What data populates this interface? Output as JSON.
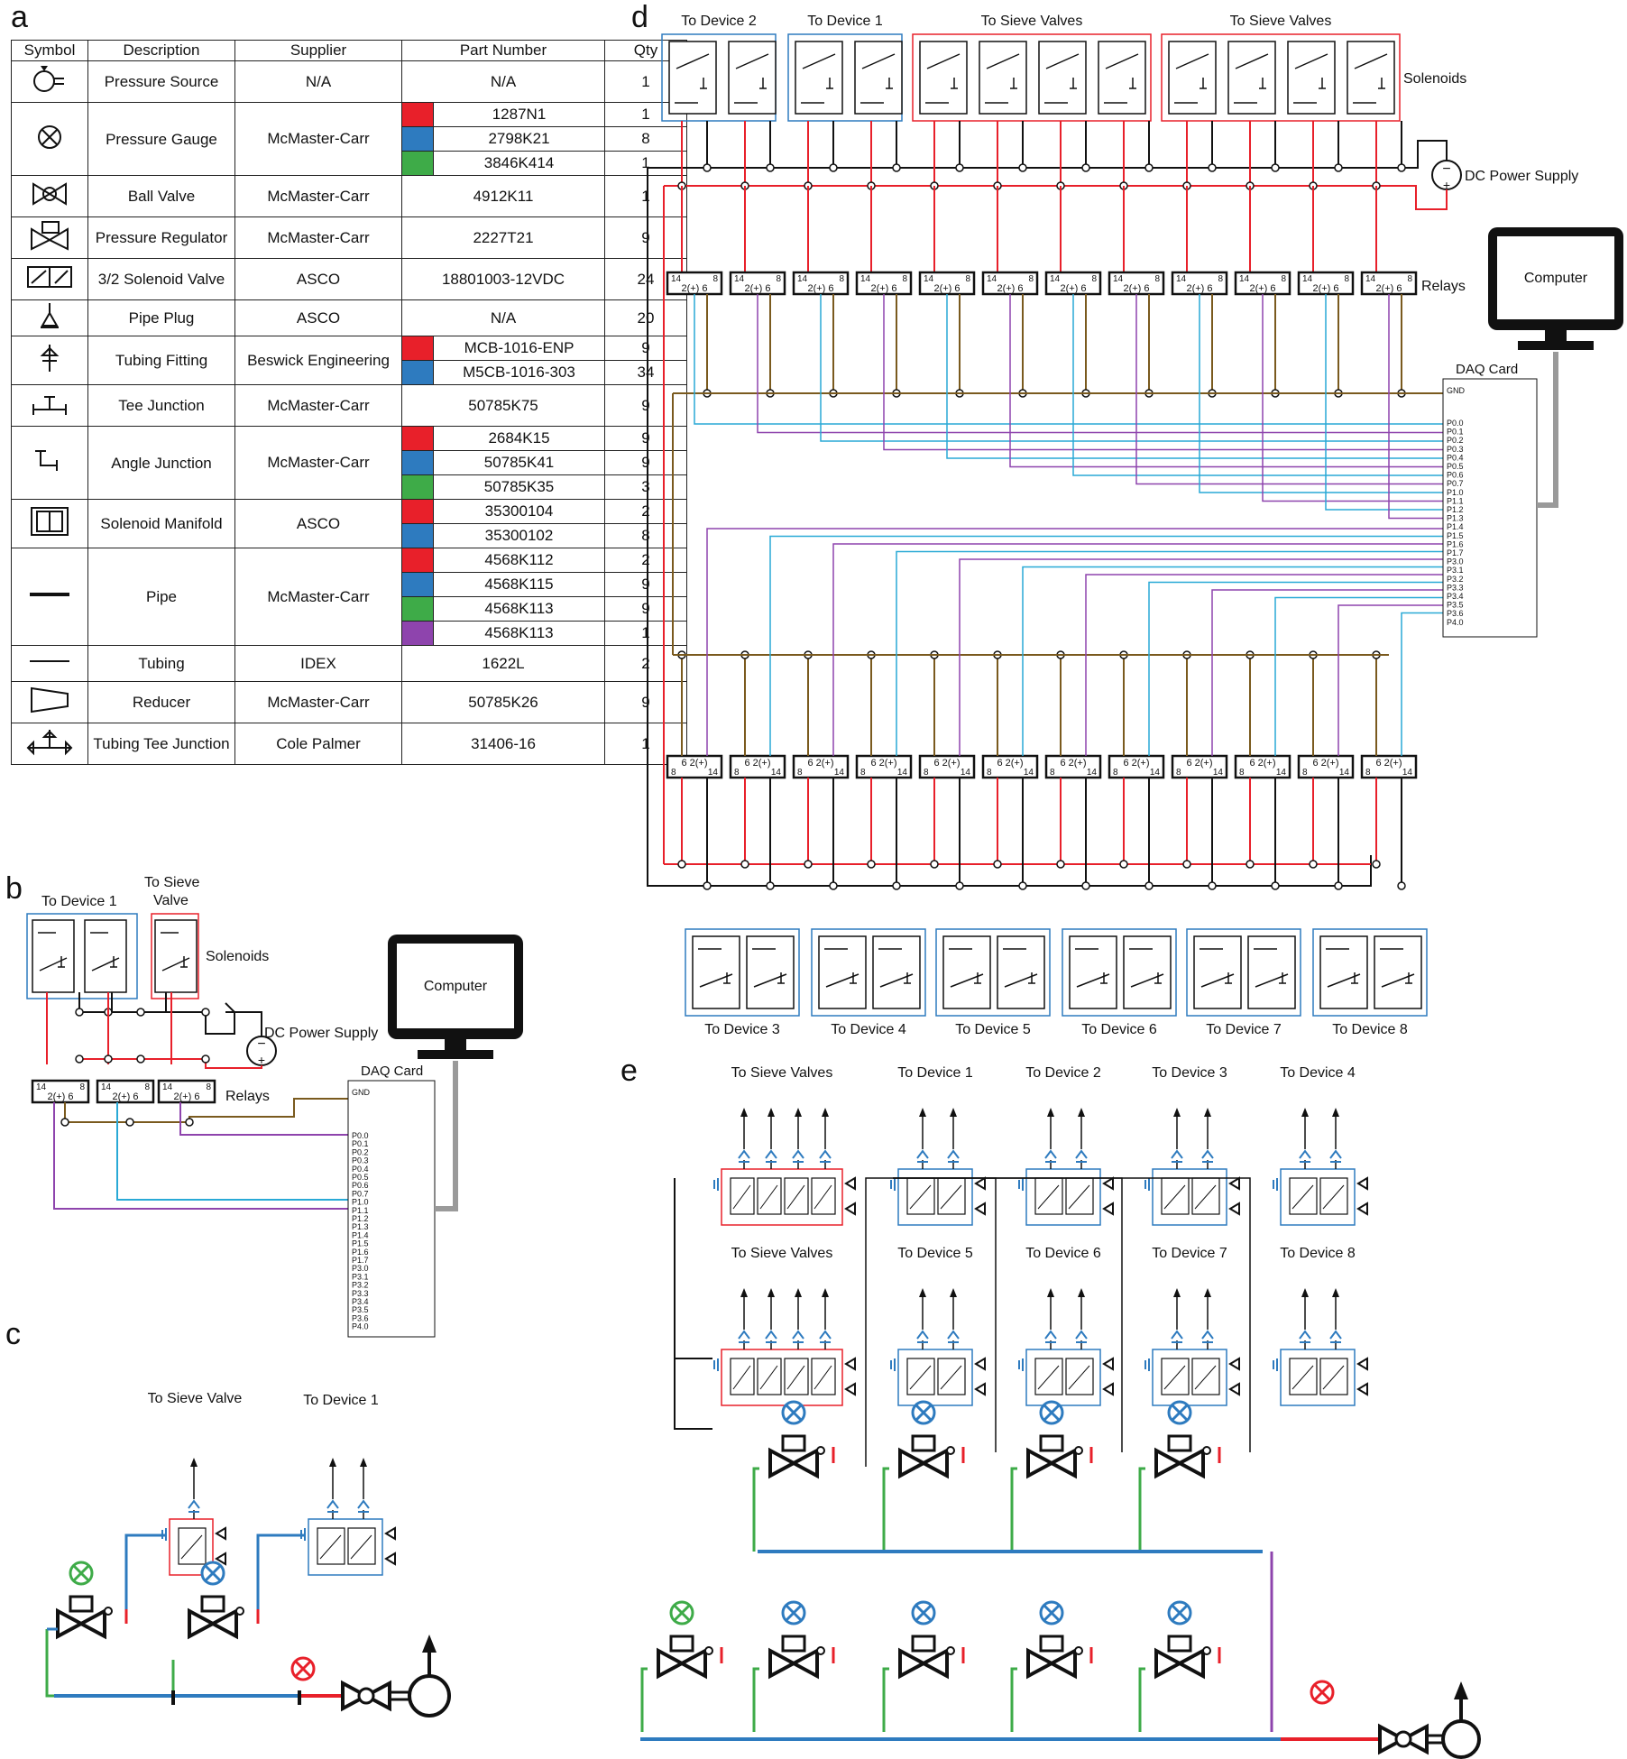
{
  "panels": {
    "a": "a",
    "b": "b",
    "c": "c",
    "d": "d",
    "e": "e"
  },
  "table": {
    "headers": [
      "Symbol",
      "Description",
      "Supplier",
      "Part Number",
      "Qty"
    ],
    "rows": [
      {
        "symbol": "pressure-source",
        "description": "Pressure Source",
        "supplier": "N/A",
        "parts": [
          {
            "color": null,
            "number": "N/A",
            "qty": "1"
          }
        ]
      },
      {
        "symbol": "pressure-gauge",
        "description": "Pressure Gauge",
        "supplier": "McMaster-Carr",
        "parts": [
          {
            "color": "#e8202a",
            "number": "1287N1",
            "qty": "1"
          },
          {
            "color": "#2e7bbf",
            "number": "2798K21",
            "qty": "8"
          },
          {
            "color": "#3eab48",
            "number": "3846K414",
            "qty": "1"
          }
        ]
      },
      {
        "symbol": "ball-valve",
        "description": "Ball Valve",
        "supplier": "McMaster-Carr",
        "parts": [
          {
            "color": null,
            "number": "4912K11",
            "qty": "1"
          }
        ]
      },
      {
        "symbol": "pressure-regulator",
        "description": "Pressure Regulator",
        "supplier": "McMaster-Carr",
        "parts": [
          {
            "color": null,
            "number": "2227T21",
            "qty": "9"
          }
        ]
      },
      {
        "symbol": "solenoid-valve",
        "description": "3/2 Solenoid Valve",
        "supplier": "ASCO",
        "parts": [
          {
            "color": null,
            "number": "18801003-12VDC",
            "qty": "24"
          }
        ]
      },
      {
        "symbol": "pipe-plug",
        "description": "Pipe Plug",
        "supplier": "ASCO",
        "parts": [
          {
            "color": null,
            "number": "N/A",
            "qty": "20"
          }
        ]
      },
      {
        "symbol": "tubing-fitting",
        "description": "Tubing Fitting",
        "supplier": "Beswick Engineering",
        "parts": [
          {
            "color": "#e8202a",
            "number": "MCB-1016-ENP",
            "qty": "9"
          },
          {
            "color": "#2e7bbf",
            "number": "M5CB-1016-303",
            "qty": "34"
          }
        ]
      },
      {
        "symbol": "tee-junction",
        "description": "Tee Junction",
        "supplier": "McMaster-Carr",
        "parts": [
          {
            "color": null,
            "number": "50785K75",
            "qty": "9"
          }
        ]
      },
      {
        "symbol": "angle-junction",
        "description": "Angle Junction",
        "supplier": "McMaster-Carr",
        "parts": [
          {
            "color": "#e8202a",
            "number": "2684K15",
            "qty": "9"
          },
          {
            "color": "#2e7bbf",
            "number": "50785K41",
            "qty": "9"
          },
          {
            "color": "#3eab48",
            "number": "50785K35",
            "qty": "3"
          }
        ]
      },
      {
        "symbol": "solenoid-manifold",
        "description": "Solenoid Manifold",
        "supplier": "ASCO",
        "parts": [
          {
            "color": "#e8202a",
            "number": "35300104",
            "qty": "2"
          },
          {
            "color": "#2e7bbf",
            "number": "35300102",
            "qty": "8"
          }
        ]
      },
      {
        "symbol": "pipe",
        "description": "Pipe",
        "supplier": "McMaster-Carr",
        "parts": [
          {
            "color": "#e8202a",
            "number": "4568K112",
            "qty": "2"
          },
          {
            "color": "#2e7bbf",
            "number": "4568K115",
            "qty": "9"
          },
          {
            "color": "#3eab48",
            "number": "4568K113",
            "qty": "9"
          },
          {
            "color": "#8e44ad",
            "number": "4568K113",
            "qty": "1"
          }
        ]
      },
      {
        "symbol": "tubing",
        "description": "Tubing",
        "supplier": "IDEX",
        "parts": [
          {
            "color": null,
            "number": "1622L",
            "qty": "2"
          }
        ]
      },
      {
        "symbol": "reducer",
        "description": "Reducer",
        "supplier": "McMaster-Carr",
        "parts": [
          {
            "color": null,
            "number": "50785K26",
            "qty": "9"
          }
        ]
      },
      {
        "symbol": "tubing-tee",
        "description": "Tubing Tee Junction",
        "supplier": "Cole Palmer",
        "parts": [
          {
            "color": null,
            "number": "31406-16",
            "qty": "1"
          }
        ]
      }
    ]
  },
  "panel_b": {
    "to_device_1": "To Device 1",
    "to_sieve_valve": "To Sieve Valve",
    "solenoids": "Solenoids",
    "dc_power": "DC Power Supply",
    "computer": "Computer",
    "daq_card": "DAQ Card",
    "relays": "Relays"
  },
  "panel_c": {
    "to_sieve_valve": "To Sieve Valve",
    "to_device_1": "To Device 1"
  },
  "panel_d": {
    "top_labels": [
      "To Device 2",
      "To Device 1",
      "To Sieve Valves",
      "To Sieve Valves"
    ],
    "bottom_labels": [
      "To Device 3",
      "To Device 4",
      "To Device 5",
      "To Device 6",
      "To Device 7",
      "To Device 8"
    ],
    "solenoids": "Solenoids",
    "dc_power": "DC Power Supply",
    "relays": "Relays",
    "computer": "Computer",
    "daq_card": "DAQ Card"
  },
  "panel_e": {
    "row1": [
      "To Sieve Valves",
      "To Device 1",
      "To Device 2",
      "To Device 3",
      "To Device 4"
    ],
    "row2": [
      "To Sieve Valves",
      "To Device 5",
      "To Device 6",
      "To Device 7",
      "To Device 8"
    ]
  },
  "daq": {
    "gnd": "GND",
    "pins": [
      "P0.0",
      "P0.1",
      "P0.2",
      "P0.3",
      "P0.4",
      "P0.5",
      "P0.6",
      "P0.7",
      "P1.0",
      "P1.1",
      "P1.2",
      "P1.3",
      "P1.4",
      "P1.5",
      "P1.6",
      "P1.7",
      "P3.0",
      "P3.1",
      "P3.2",
      "P3.3",
      "P3.4",
      "P3.5",
      "P3.6",
      "P4.0"
    ]
  },
  "relay_text": {
    "top": "14",
    "n8": "8",
    "bottom": "2(+) 6",
    "inv_top": "6 2(+)",
    "inv_b1": "8",
    "inv_b2": "14"
  },
  "colors": {
    "red": "#e8202a",
    "blue": "#2e7bbf",
    "green": "#3eab48",
    "purple": "#8e44ad",
    "brown": "#7a5a1e",
    "cyan": "#29a9d6",
    "gray": "#9a9a9a"
  }
}
